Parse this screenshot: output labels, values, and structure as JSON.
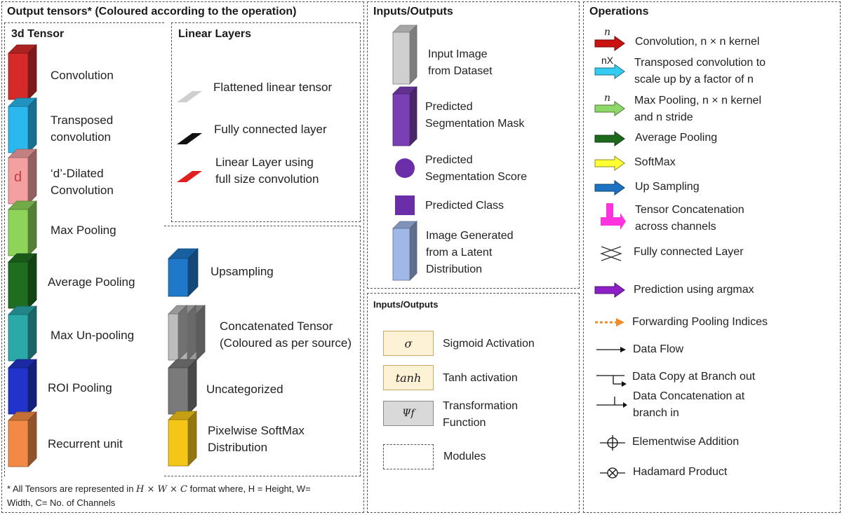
{
  "left_panel": {
    "title": "Output tensors* (Coloured according to the operation)",
    "tensor3d_title": "3d Tensor",
    "linear_title": "Linear Layers",
    "tensors": [
      {
        "label": "Convolution",
        "color": "#d42a2a"
      },
      {
        "label": "Transposed\nconvolution",
        "color": "#2bb8ee"
      },
      {
        "label": "‘d’-Dilated\nConvolution",
        "color": "#f4a0a0",
        "glyph": "d"
      },
      {
        "label": "Max Pooling",
        "color": "#8fd45a"
      },
      {
        "label": "Average Pooling",
        "color": "#1f6e1f"
      },
      {
        "label": "Max Un-pooling",
        "color": "#2ba8a8"
      },
      {
        "label": "ROI Pooling",
        "color": "#2233cc"
      },
      {
        "label": "Recurrent unit",
        "color": "#f28a45"
      }
    ],
    "linear_layers": [
      {
        "label": "Flattened linear tensor",
        "color": "#cfcfcf"
      },
      {
        "label": "Fully connected layer",
        "color": "#111111"
      },
      {
        "label": "Linear Layer using\nfull size convolution",
        "color": "#e02020"
      }
    ],
    "other_tensors": [
      {
        "label": "Upsampling",
        "color": "#1f78c8"
      },
      {
        "label": "Concatenated Tensor\n(Coloured as per source)",
        "color": "#bdbdbd"
      },
      {
        "label": "Uncategorized",
        "color": "#7a7a7a"
      },
      {
        "label": "Pixelwise SoftMax\nDistribution",
        "color": "#f5c518"
      }
    ],
    "footnote_a": "* All Tensors are represented in",
    "footnote_math": "H × W × C",
    "footnote_b": "format where, H = Height, W=",
    "footnote_c": "Width, C= No. of Channels"
  },
  "io_panel": {
    "title": "Inputs/Outputs",
    "items": [
      {
        "label": "Input Image\nfrom Dataset",
        "color": "#cfcfcf"
      },
      {
        "label": "Predicted\nSegmentation Mask",
        "color": "#7b3fb5"
      },
      {
        "label": "Predicted\nSegmentation Score",
        "color": "#6a2fa8"
      },
      {
        "label": "Predicted Class",
        "color": "#6a2fa8"
      },
      {
        "label": "Image Generated\nfrom a Latent\nDistribution",
        "color": "#9fb8e8"
      }
    ]
  },
  "io_panel2": {
    "title": "Inputs/Outputs",
    "items": [
      {
        "symbol": "σ",
        "label": "Sigmoid Activation",
        "color": "#fdf1d6"
      },
      {
        "symbol": "tanh",
        "label": "Tanh activation",
        "color": "#fdf1d6"
      },
      {
        "symbol": "Ψf",
        "label": "Transformation\nFunction",
        "color": "#d9d9d9"
      },
      {
        "symbol": "",
        "label": "Modules",
        "color": "#ffffff"
      }
    ]
  },
  "ops_panel": {
    "title": "Operations",
    "items": [
      {
        "label": "Convolution, n × n kernel",
        "over": "n",
        "color": "#cc1111"
      },
      {
        "label": "Transposed convolution to\nscale up by a factor of n",
        "over": "nX",
        "color": "#33ccf0"
      },
      {
        "label": "Max Pooling, n × n kernel\nand n stride",
        "over": "n",
        "color": "#8ed86a"
      },
      {
        "label": "Average Pooling",
        "color": "#1d6a1d"
      },
      {
        "label": "SoftMax",
        "color": "#ffff33"
      },
      {
        "label": "Up Sampling",
        "color": "#1b73c2"
      },
      {
        "label": "Tensor Concatenation\nacross channels",
        "color": "#ff33dd"
      },
      {
        "label": "Fully connected Layer"
      },
      {
        "label": "Prediction using argmax",
        "color": "#8e1fc8"
      },
      {
        "label": "Forwarding Pooling Indices",
        "color": "#f08a2a"
      },
      {
        "label": "Data Flow"
      },
      {
        "label": "Data Copy at Branch out"
      },
      {
        "label": "Data Concatenation at\nbranch in"
      },
      {
        "label": "Elementwise Addition"
      },
      {
        "label": "Hadamard Product"
      }
    ]
  }
}
